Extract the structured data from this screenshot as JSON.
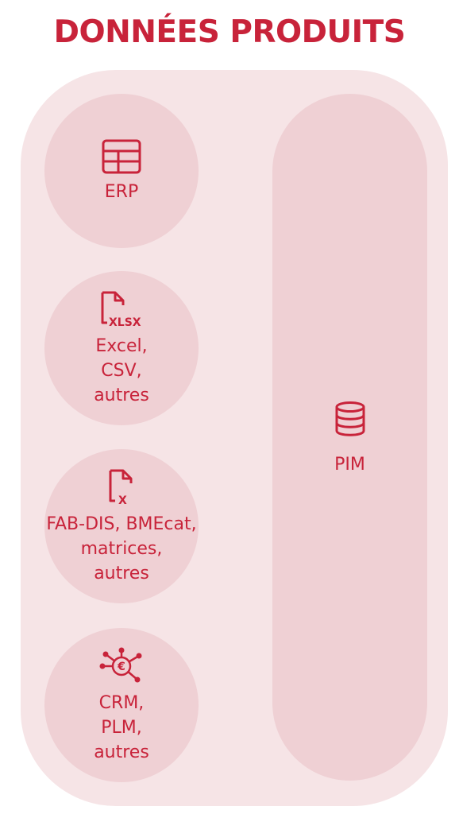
{
  "title": "DONNÉES PRODUITS",
  "colors": {
    "accent": "#c8233a",
    "outer_background": "#f6e4e6",
    "shape_fill": "#efd0d4"
  },
  "sources": [
    {
      "label": "ERP",
      "icon": "table-icon"
    },
    {
      "label": "Excel,\nCSV,\nautres",
      "icon": "xlsx-file-icon",
      "icon_text": "XLSX"
    },
    {
      "label": "FAB-DIS, BMEcat,\nmatrices,\nautres",
      "icon": "x-file-icon",
      "icon_text": "X"
    },
    {
      "label": "CRM,\nPLM,\nautres",
      "icon": "network-euro-icon",
      "icon_text": "€"
    }
  ],
  "target": {
    "label": "PIM",
    "icon": "database-icon"
  }
}
